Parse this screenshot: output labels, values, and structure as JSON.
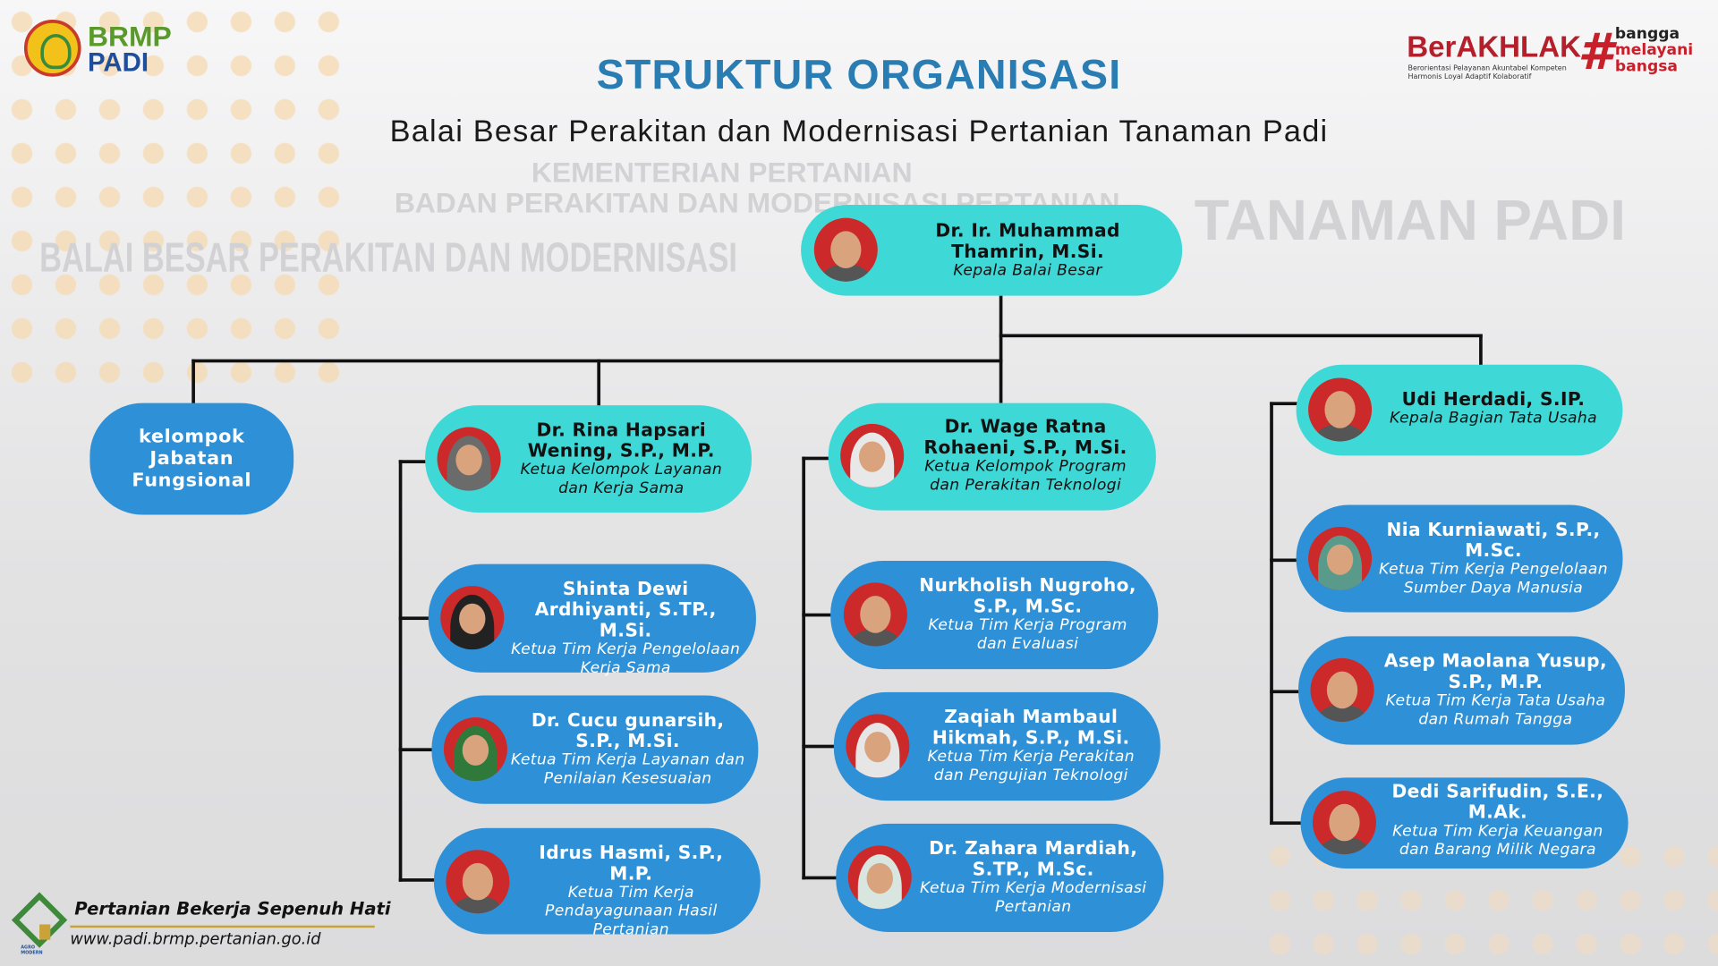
{
  "header": {
    "title": "STRUKTUR ORGANISASI",
    "subtitle": "Balai Besar Perakitan dan Modernisasi Pertanian Tanaman Padi"
  },
  "logo_left": {
    "line1": "BRMP",
    "line2": "PADI"
  },
  "logo_right": {
    "berakhlak": "BerAKHLAK",
    "berakhlak_sub1": "Berorientasi Pelayanan Akuntabel Kompeten",
    "berakhlak_sub2": "Harmonis Loyal Adaptif Kolaboratif",
    "hash": "#",
    "tag1": "bangga",
    "tag2": "melayani",
    "tag3": "bangsa"
  },
  "background_text": {
    "line1": "KEMENTERIAN PERTANIAN",
    "line2": "BADAN PERAKITAN DAN MODERNISASI PERTANIAN",
    "line3": "BALAI BESAR PERAKITAN DAN MODERNISASI",
    "line4": "TANAMAN PADI"
  },
  "colors": {
    "cyan": "#3ed8d6",
    "blue": "#2e90d6",
    "title": "#2a7db3",
    "avatar_bg": "#cc2a2a"
  },
  "top": {
    "name": "Dr. Ir. Muhammad Thamrin, M.Si.",
    "role": "Kepala Balai Besar"
  },
  "fungsional": {
    "label": "kelompok Jabatan Fungsional"
  },
  "columns": [
    {
      "head": {
        "name": "Dr. Rina Hapsari Wening, S.P., M.P.",
        "role": "Ketua Kelompok Layanan dan Kerja Sama"
      },
      "members": [
        {
          "name": "Shinta Dewi Ardhiyanti, S.TP., M.Si.",
          "role": "Ketua Tim Kerja Pengelolaan Kerja Sama"
        },
        {
          "name": "Dr. Cucu gunarsih, S.P., M.Si.",
          "role": "Ketua Tim Kerja Layanan dan Penilaian Kesesuaian"
        },
        {
          "name": "Idrus Hasmi, S.P., M.P.",
          "role": "Ketua Tim Kerja Pendayagunaan Hasil Pertanian"
        }
      ]
    },
    {
      "head": {
        "name": "Dr. Wage Ratna Rohaeni, S.P., M.Si.",
        "role": "Ketua Kelompok Program dan Perakitan Teknologi"
      },
      "members": [
        {
          "name": "Nurkholish Nugroho, S.P., M.Sc.",
          "role": "Ketua Tim Kerja Program dan Evaluasi"
        },
        {
          "name": "Zaqiah Mambaul Hikmah, S.P., M.Si.",
          "role": "Ketua Tim Kerja Perakitan dan Pengujian Teknologi"
        },
        {
          "name": "Dr. Zahara Mardiah, S.TP., M.Sc.",
          "role": "Ketua Tim Kerja Modernisasi Pertanian"
        }
      ]
    },
    {
      "head": {
        "name": "Udi Herdadi, S.IP.",
        "role": "Kepala Bagian Tata Usaha"
      },
      "members": [
        {
          "name": "Nia Kurniawati, S.P., M.Sc.",
          "role": "Ketua Tim Kerja Pengelolaan Sumber Daya Manusia"
        },
        {
          "name": "Asep Maolana Yusup, S.P., M.P.",
          "role": "Ketua Tim Kerja Tata Usaha dan Rumah Tangga"
        },
        {
          "name": "Dedi Sarifudin, S.E., M.Ak.",
          "role": "Ketua Tim Kerja Keuangan dan Barang Milik Negara"
        }
      ]
    }
  ],
  "footer": {
    "slogan": "Pertanian Bekerja Sepenuh Hati",
    "url": "www.padi.brmp.pertanian.go.id",
    "logo_text": "AGRO MODERN"
  }
}
